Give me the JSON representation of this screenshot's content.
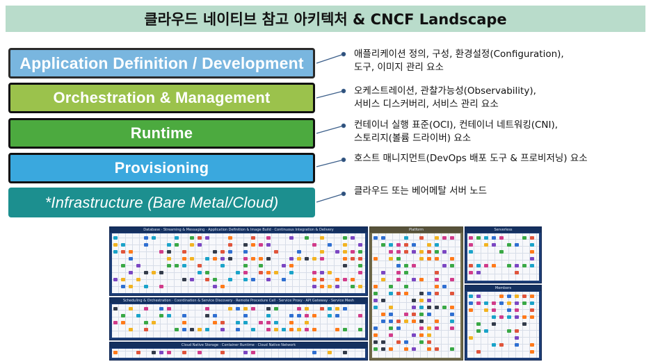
{
  "title": "클라우드 네이티브 참고 아키텍처 & CNCF Landscape",
  "layers": [
    {
      "label": "Application Definition / Development",
      "color": "#79b6df"
    },
    {
      "label": "Orchestration & Management",
      "color": "#9bc24c"
    },
    {
      "label": "Runtime",
      "color": "#4caa3f"
    },
    {
      "label": "Provisioning",
      "color": "#3aa8de"
    },
    {
      "label": "*Infrastructure (Bare Metal/Cloud)",
      "color": "#1c8f8f"
    }
  ],
  "descriptions": [
    {
      "line1": "애플리케이션 정의, 구성, 환경설정(Configuration),",
      "line2": "도구, 이미지 관리 요소"
    },
    {
      "line1": "오케스트레이션, 관찰가능성(Observability),",
      "line2": "서비스 디스커버리, 서비스 관리 요소"
    },
    {
      "line1": "컨테이너 실행 표준(OCI), 컨테이너 네트워킹(CNI),",
      "line2": "스토리지(볼륨 드라이버) 요소"
    },
    {
      "line1": "호스트 매니지먼트(DevOps 배포 도구 & 프로비저닝) 요소"
    },
    {
      "line1": "클라우드 또는 베어메탈 서버 노드"
    }
  ],
  "landscape": {
    "image": "CNCF Landscape",
    "sections": [
      "Database",
      "Streaming & Messaging",
      "Application Definition & Image Build",
      "Continuous Integration & Delivery",
      "Platform",
      "Serverless",
      "Scheduling & Orchestration",
      "Coordination & Service Discovery",
      "Remote Procedure Call",
      "Service Proxy",
      "API Gateway",
      "Service Mesh",
      "Members",
      "Cloud Native Storage",
      "Container Runtime",
      "Cloud Native Network"
    ]
  },
  "colors": {
    "title_bg": "#b9dccb",
    "connector": "#3c5f8a"
  }
}
